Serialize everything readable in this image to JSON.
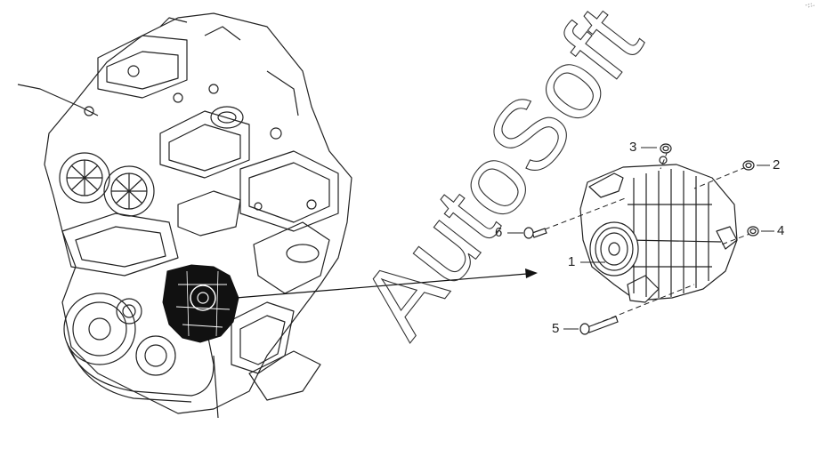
{
  "diagram": {
    "callouts": [
      {
        "id": "1",
        "label": "1"
      },
      {
        "id": "2",
        "label": "2"
      },
      {
        "id": "3",
        "label": "3"
      },
      {
        "id": "4",
        "label": "4"
      },
      {
        "id": "5",
        "label": "5"
      },
      {
        "id": "6",
        "label": "6"
      }
    ]
  },
  "watermark": {
    "text": "AutoSoft"
  },
  "colors": {
    "line": "#222222",
    "fill_dark": "#111111",
    "background": "#ffffff"
  },
  "icons": [
    "engine-illustration",
    "alternator-illustration",
    "bolt-icon",
    "nut-icon",
    "pointer-arrow"
  ]
}
